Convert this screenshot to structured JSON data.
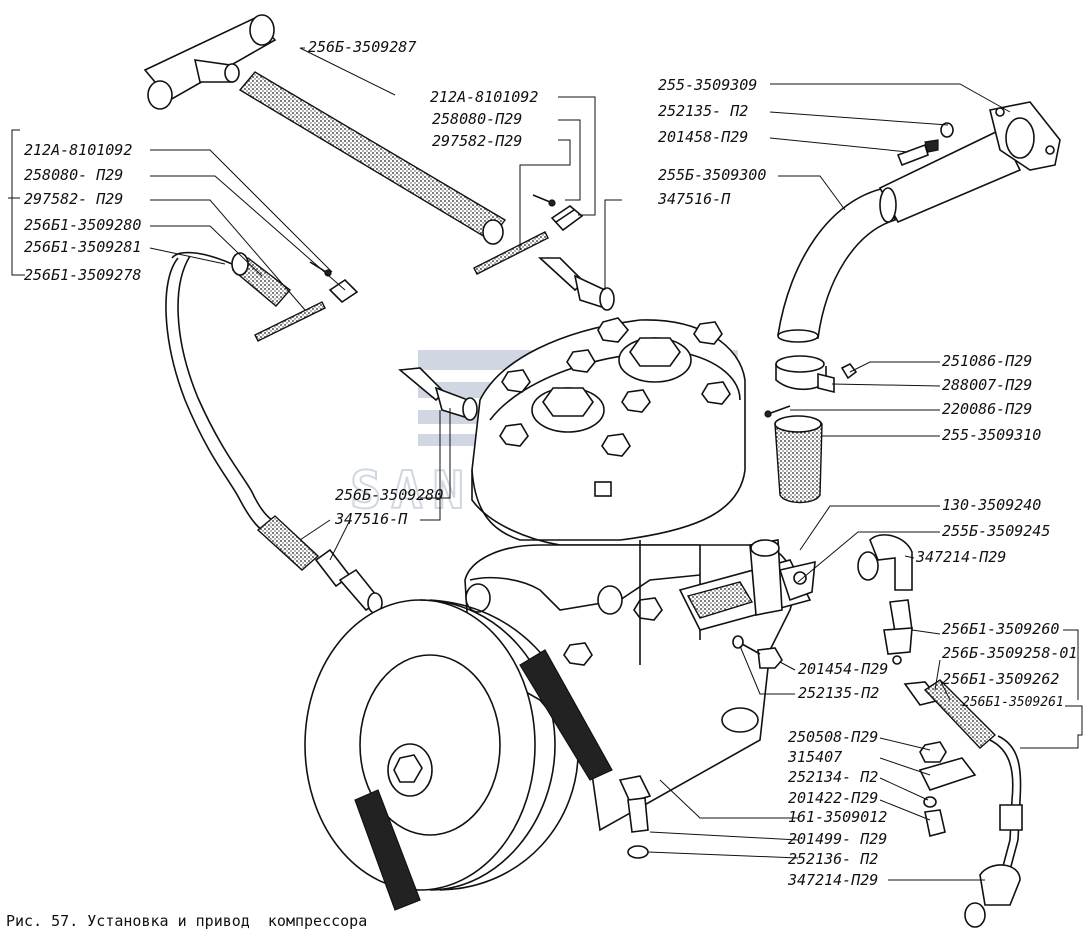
{
  "caption": "Рис. 57. Установка и привод  компрессора",
  "labels": [
    {
      "id": "l1",
      "text": "256Б-3509287"
    },
    {
      "id": "l2",
      "text": "212А-8101092"
    },
    {
      "id": "l3",
      "text": "258080-П29"
    },
    {
      "id": "l4",
      "text": "297582-П29"
    },
    {
      "id": "l5",
      "text": "212А-8101092"
    },
    {
      "id": "l6",
      "text": "258080- П29"
    },
    {
      "id": "l7",
      "text": "297582- П29"
    },
    {
      "id": "l8",
      "text": "256Б1-3509280"
    },
    {
      "id": "l9",
      "text": "256Б1-3509281"
    },
    {
      "id": "l10",
      "text": "256Б1-3509278"
    },
    {
      "id": "l11",
      "text": "255-3509309"
    },
    {
      "id": "l12",
      "text": "252135- П2"
    },
    {
      "id": "l13",
      "text": "201458-П29"
    },
    {
      "id": "l14",
      "text": "255Б-3509300"
    },
    {
      "id": "l15",
      "text": "347516-П"
    },
    {
      "id": "l16",
      "text": "251086-П29"
    },
    {
      "id": "l17",
      "text": "288007-П29"
    },
    {
      "id": "l18",
      "text": "220086-П29"
    },
    {
      "id": "l19",
      "text": "255-3509310"
    },
    {
      "id": "l20",
      "text": "130-3509240"
    },
    {
      "id": "l21",
      "text": "255Б-3509245"
    },
    {
      "id": "l22",
      "text": "347214-П29"
    },
    {
      "id": "l23",
      "text": "256Б-3509280"
    },
    {
      "id": "l24",
      "text": "347516-П"
    },
    {
      "id": "l25",
      "text": "256Б1-3509260"
    },
    {
      "id": "l26",
      "text": "256Б-3509258-01"
    },
    {
      "id": "l27",
      "text": "256Б1-3509262"
    },
    {
      "id": "l28",
      "text": "256Б1-3509261"
    },
    {
      "id": "l29",
      "text": "201454-П29"
    },
    {
      "id": "l30",
      "text": "252135-П2"
    },
    {
      "id": "l31",
      "text": "250508-П29"
    },
    {
      "id": "l32",
      "text": "315407"
    },
    {
      "id": "l33",
      "text": "252134- П2"
    },
    {
      "id": "l34",
      "text": "201422-П29"
    },
    {
      "id": "l35",
      "text": "161-3509012"
    },
    {
      "id": "l36",
      "text": "201499- П29"
    },
    {
      "id": "l37",
      "text": "252136- П2"
    },
    {
      "id": "l38",
      "text": "347214-П29"
    }
  ],
  "watermark": "SANTAL"
}
